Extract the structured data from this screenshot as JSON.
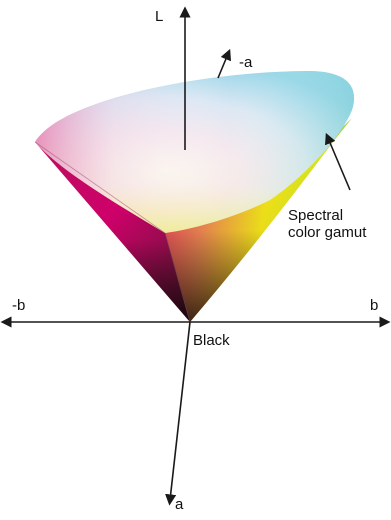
{
  "labels": {
    "l_axis": "L",
    "neg_a_axis": "-a",
    "spectral_line1": "Spectral",
    "spectral_line2": "color gamut",
    "neg_b_axis": "-b",
    "b_axis": "b",
    "origin": "Black",
    "a_axis": "a"
  },
  "colors": {
    "axis": "#1a1a1a",
    "magenta": "#d6006e",
    "dark_magenta": "#8a1a48",
    "yellow": "#f2ea00",
    "green": "#90c84a",
    "cyan": "#8fd6e4",
    "light_blue": "#9ad4ee",
    "white_center": "#f8f6f8",
    "dark_gray": "#4a4a4a"
  }
}
